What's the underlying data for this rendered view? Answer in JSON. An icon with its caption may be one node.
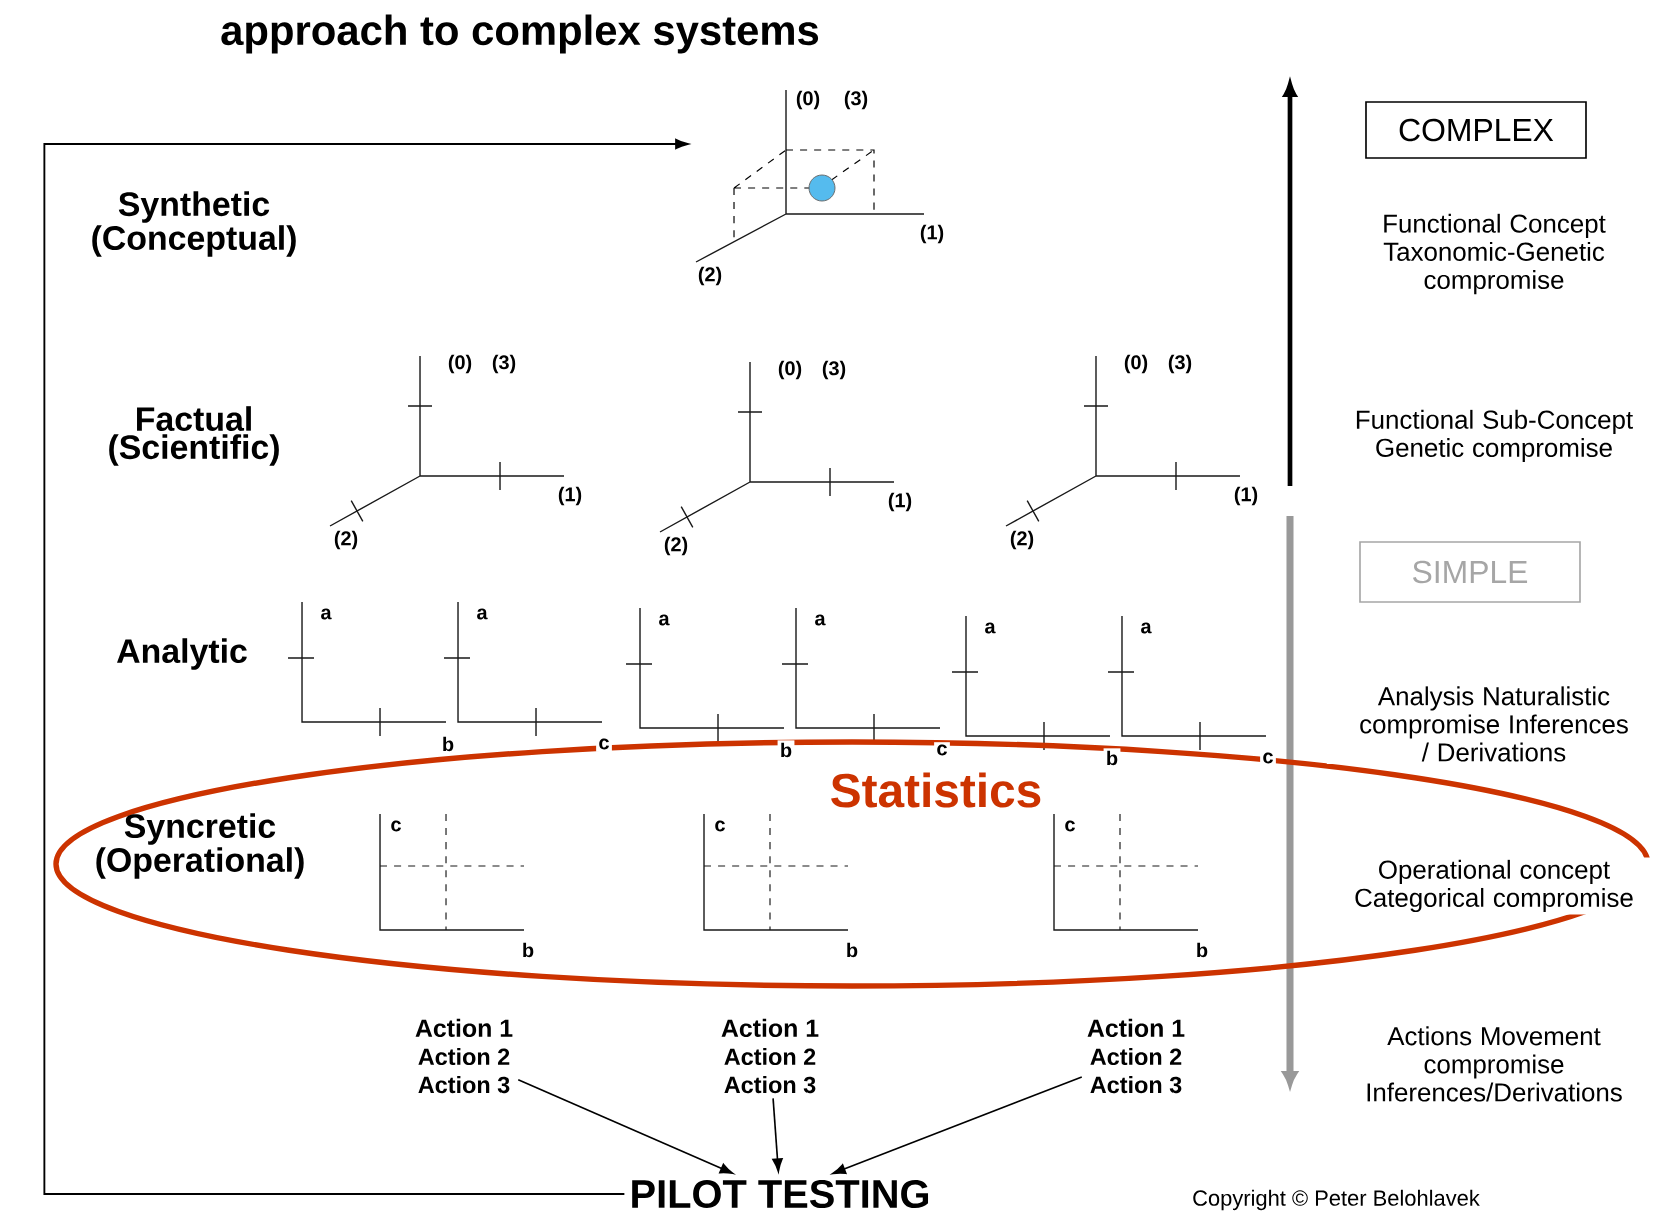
{
  "diagram": {
    "title": "approach to complex systems",
    "nodes": [
      {
        "text": [],
        "shape": "picture"
      },
      {
        "text": [
          "COMPLEX"
        ]
      },
      {
        "text": [
          "SIMPLE"
        ]
      },
      {
        "text": [
          "Statistics"
        ]
      },
      {
        "text": [
          "Action 1",
          "Action 2",
          "Action 3"
        ]
      },
      {
        "text": [
          "Action 1",
          "Action 2",
          "Action 3"
        ]
      },
      {
        "text": [
          "Action 1",
          "Action 2",
          "Action 3"
        ]
      },
      {
        "text": [
          "PILOT TESTING"
        ]
      }
    ],
    "edges": [
      {
        "from": 7,
        "to": 0,
        "arrow": "to"
      },
      {
        "from": 4,
        "to": 7,
        "arrow": "to"
      },
      {
        "from": 5,
        "to": 7,
        "arrow": "to"
      },
      {
        "from": 6,
        "to": 7,
        "arrow": "to"
      }
    ],
    "labels": [
      "Synthetic (Conceptual)",
      "(0)",
      "(3)",
      "(1)",
      "(2)",
      "Functional Concept Taxonomic-Genetic compromise",
      "Factual (Scientific)",
      "(0)",
      "(3)",
      "(1)",
      "(2)",
      "(0)",
      "(3)",
      "(1)",
      "(2)",
      "(0)",
      "(3)",
      "(1)",
      "(2)",
      "Functional Sub-Concept Genetic compromise",
      "Analytic",
      "a",
      "b",
      "a",
      "c",
      "a",
      "b",
      "a",
      "c",
      "a",
      "b",
      "a",
      "c",
      "Analysis Naturalistic compromise Inferences / Derivations",
      "Syncretic (Operational)",
      "c",
      "b",
      "c",
      "b",
      "c",
      "b",
      "Operational concept Categorical compromise",
      "Actions Movement compromise Inferences/Derivations",
      "Copyright © Peter Belohlavek"
    ]
  }
}
